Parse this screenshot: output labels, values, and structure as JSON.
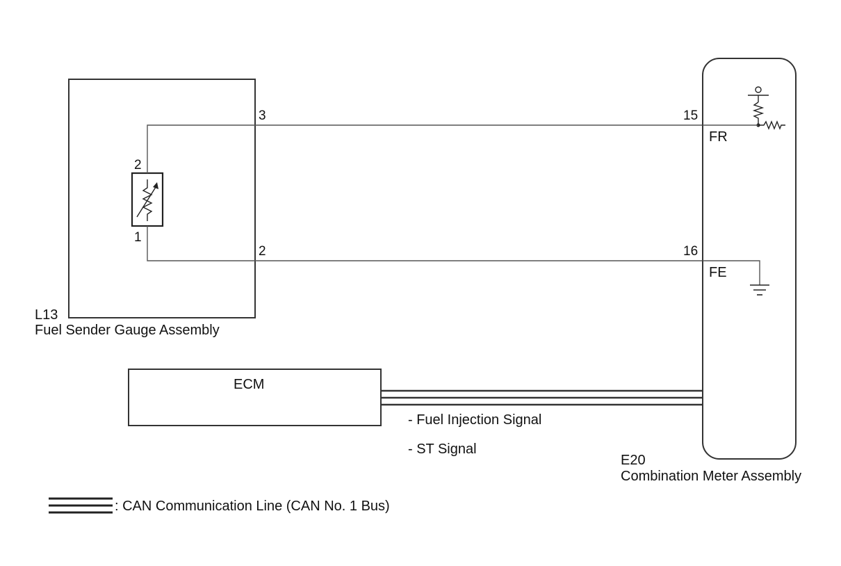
{
  "sender": {
    "code": "L13",
    "name": "Fuel Sender Gauge Assembly",
    "resistor_pin_top": "2",
    "resistor_pin_bottom": "1",
    "pin_upper": "3",
    "pin_lower": "2"
  },
  "meter": {
    "code": "E20",
    "name": "Combination Meter Assembly",
    "pin_upper": "15",
    "pin_upper_signal": "FR",
    "pin_lower": "16",
    "pin_lower_signal": "FE"
  },
  "ecm": {
    "label": "ECM"
  },
  "signals": [
    "- Fuel Injection Signal",
    "- ST Signal"
  ],
  "legend": {
    "can_label": ": CAN Communication Line (CAN No. 1 Bus)"
  },
  "icons": [
    "variable-resistor-icon",
    "meter-resistor-icon",
    "ground-icon",
    "can-bus-line-icon"
  ],
  "colors": {
    "line": "#555555",
    "text": "#111111",
    "background": "#ffffff"
  }
}
